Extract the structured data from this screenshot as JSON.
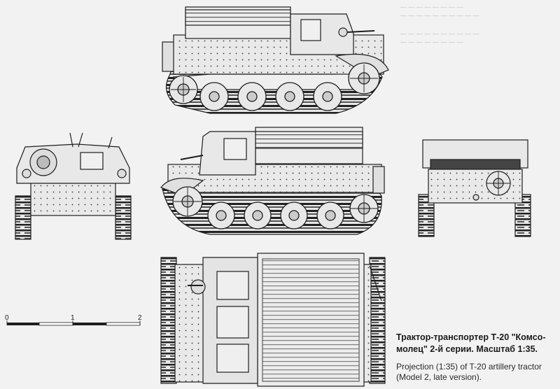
{
  "caption": {
    "russian_line1": "Трактор-транспортер Т-20 \"Комсо-",
    "russian_line2": "молец\" 2-й серии. Масштаб 1:35.",
    "english_line1": "Projection (1:35) of T-20 artillery tractor",
    "english_line2": "(Model 2, late version)."
  },
  "scale_bar": {
    "tick_labels": [
      "0",
      "1",
      "2"
    ]
  },
  "colors": {
    "background": "#f2f2f2",
    "line": "#1e1e1e",
    "fill": "#e6e6e6",
    "track": "#2a2a2a"
  }
}
